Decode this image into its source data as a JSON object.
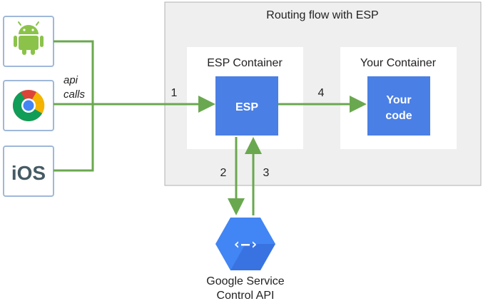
{
  "title": "Routing flow with ESP",
  "containers": {
    "esp_container": "ESP Container",
    "your_container": "Your Container"
  },
  "boxes": {
    "esp": "ESP",
    "your_code_line1": "Your",
    "your_code_line2": "code"
  },
  "clients": {
    "api_calls_line1": "api",
    "api_calls_line2": "calls",
    "ios_label": "iOS"
  },
  "steps": {
    "s1": "1",
    "s2": "2",
    "s3": "3",
    "s4": "4"
  },
  "service": {
    "label_line1": "Google Service",
    "label_line2": "Control API"
  },
  "colors": {
    "arrow_green": "#6aa84f",
    "box_blue": "#4a7fe5",
    "panel_gray": "#efefef",
    "android_green": "#8bc34a",
    "hexagon_blue": "#4285f4"
  }
}
